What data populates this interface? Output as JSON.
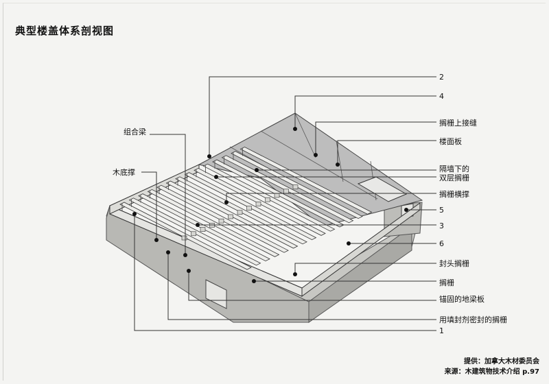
{
  "title": "典型楼盖体系剖视图",
  "callouts_right": [
    {
      "id": "2",
      "text": "2"
    },
    {
      "id": "4",
      "text": "4"
    },
    {
      "id": "joint",
      "text": "搁栅上接缝"
    },
    {
      "id": "subfloor",
      "text": "楼面板"
    },
    {
      "id": "double_joist",
      "text": "隔墙下的\n双层搁栅"
    },
    {
      "id": "blocking",
      "text": "搁栅横撑"
    },
    {
      "id": "5",
      "text": "5"
    },
    {
      "id": "3",
      "text": "3"
    },
    {
      "id": "6",
      "text": "6"
    },
    {
      "id": "rim",
      "text": "封头搁栅"
    },
    {
      "id": "joist",
      "text": "搁栅"
    },
    {
      "id": "sill",
      "text": "锚固的地梁板"
    },
    {
      "id": "sealed",
      "text": "用填封剂密封的搁栅"
    },
    {
      "id": "1",
      "text": "1"
    }
  ],
  "callouts_left": [
    {
      "id": "beam",
      "text": "组合梁"
    },
    {
      "id": "bridging",
      "text": "木底撑"
    }
  ],
  "credits": {
    "line1": "提供：加拿大木材委员会",
    "line2": "来源：木建筑物技术介绍 p.97"
  }
}
